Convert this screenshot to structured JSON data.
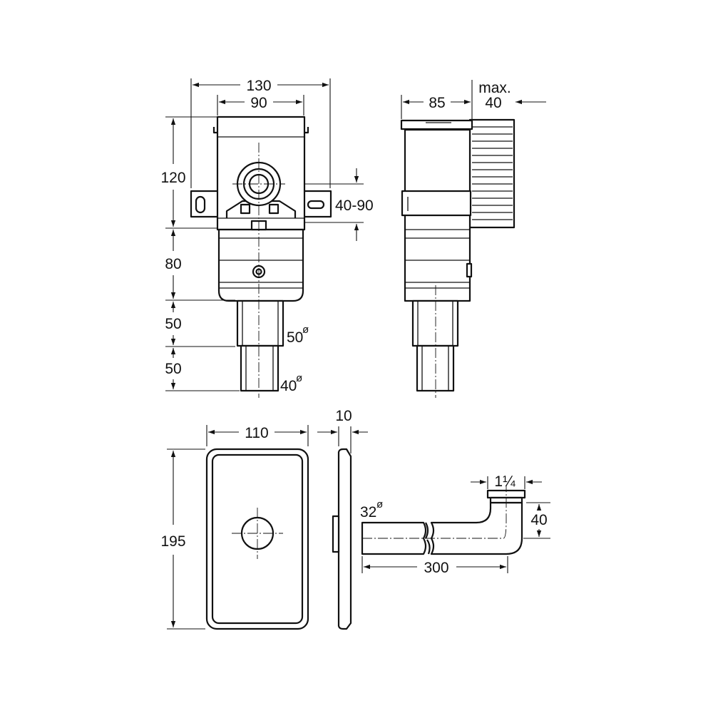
{
  "front_view": {
    "dim_total_width": "130",
    "dim_inner_width": "90",
    "dim_box_height": "120",
    "dim_adjust_range": "40-90",
    "dim_body_height": "80",
    "dim_upper_spigot": "50",
    "dim_lower_spigot": "50",
    "dia_upper_spigot": "50",
    "dia_lower_spigot": "40",
    "diameter_symbol": "ø"
  },
  "side_view": {
    "dim_depth": "85",
    "dim_max_label": "max.",
    "dim_max_value": "40"
  },
  "cover_plate": {
    "dim_width": "110",
    "dim_height": "195",
    "dim_thickness": "10"
  },
  "elbow_pipe": {
    "dia_pipe": "32",
    "diameter_symbol": "ø",
    "dim_thread": "1¼",
    "dim_rise": "40",
    "dim_length": "300"
  }
}
